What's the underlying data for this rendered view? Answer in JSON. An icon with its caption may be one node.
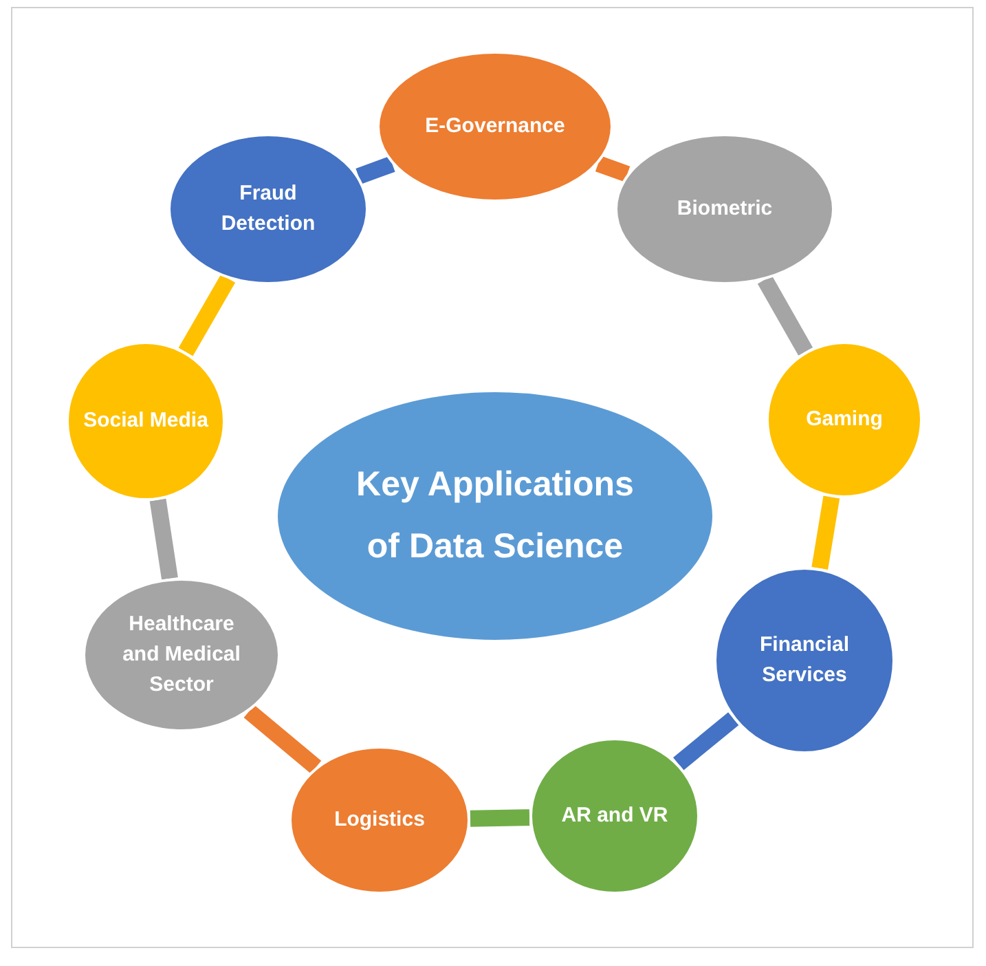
{
  "diagram": {
    "nodes": [
      {
        "text": [
          "Key Applications of Data Science"
        ]
      },
      {
        "text": [
          "E-Governance"
        ]
      },
      {
        "text": [
          "Biometric"
        ]
      },
      {
        "text": [
          "Gaming"
        ]
      },
      {
        "text": [
          "Financial Services"
        ]
      },
      {
        "text": [
          "AR and VR"
        ]
      },
      {
        "text": [
          "Logistics"
        ]
      },
      {
        "text": [
          "Healthcare and Medical Sector"
        ]
      },
      {
        "text": [
          "Social Media"
        ]
      },
      {
        "text": [
          "Fraud Detection"
        ]
      }
    ],
    "edges": [
      {
        "from": 1,
        "to": 2,
        "arrow": "none",
        "color": "#ed7d31"
      },
      {
        "from": 2,
        "to": 3,
        "arrow": "none",
        "color": "#a5a5a5"
      },
      {
        "from": 3,
        "to": 4,
        "arrow": "none",
        "color": "#ffc000"
      },
      {
        "from": 4,
        "to": 5,
        "arrow": "none",
        "color": "#4472c4"
      },
      {
        "from": 5,
        "to": 6,
        "arrow": "none",
        "color": "#70ad47"
      },
      {
        "from": 6,
        "to": 7,
        "arrow": "none",
        "color": "#ed7d31"
      },
      {
        "from": 7,
        "to": 8,
        "arrow": "none",
        "color": "#a5a5a5"
      },
      {
        "from": 8,
        "to": 9,
        "arrow": "none",
        "color": "#ffc000"
      },
      {
        "from": 9,
        "to": 1,
        "arrow": "none",
        "color": "#4472c4"
      }
    ]
  }
}
